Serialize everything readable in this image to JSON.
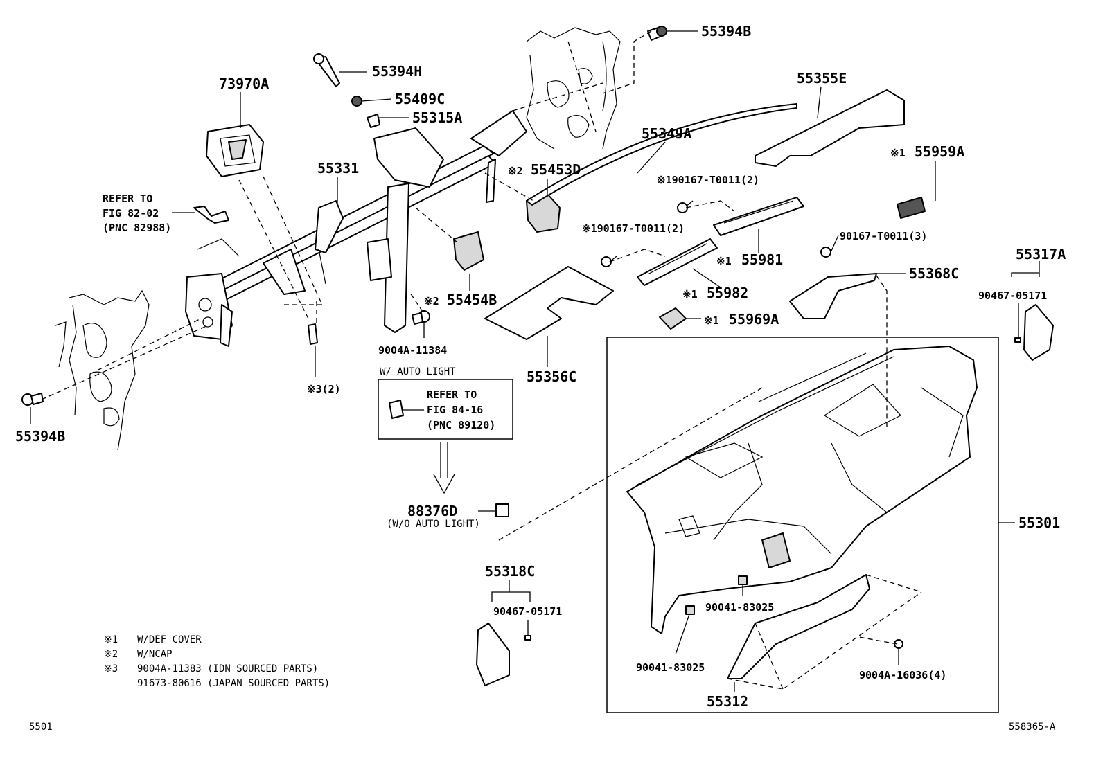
{
  "figure": {
    "page_code": "5501",
    "drawing_id": "558365-A"
  },
  "part_labels": {
    "p55394B_top": "55394B",
    "p55394H": "55394H",
    "p55409C": "55409C",
    "p55315A": "55315A",
    "p73970A": "73970A",
    "p55331": "55331",
    "p55453D": "55453D",
    "p55453D_mark": "※2",
    "p55349A": "55349A",
    "p55355E": "55355E",
    "p55959A": "55959A",
    "p55959A_mark": "※1",
    "p190167_a": "※190167-T0011(2)",
    "p190167_b": "※190167-T0011(2)",
    "p55981": "55981",
    "p55981_mark": "※1",
    "p55982": "55982",
    "p55982_mark": "※1",
    "p55969A": "55969A",
    "p55969A_mark": "※1",
    "p90167": "90167-T0011(3)",
    "p55368C": "55368C",
    "p55317A": "55317A",
    "p90467_right": "90467-05171",
    "p55454B": "55454B",
    "p55454B_mark": "※2",
    "p9004A_11384": "9004A-11384",
    "p55356C": "55356C",
    "p55394B_left": "55394B",
    "p3_2": "※3(2)",
    "p88376D": "88376D",
    "p88376D_note": "(W/O AUTO LIGHT)",
    "p55301": "55301",
    "p55318C": "55318C",
    "p90467_left": "90467-05171",
    "p90041_a": "90041-83025",
    "p90041_b": "90041-83025",
    "p9004A_16036": "9004A-16036(4)",
    "p55312": "55312"
  },
  "refer_82": {
    "line1": "REFER TO",
    "line2": "FIG 82-02",
    "line3": "(PNC 82988)"
  },
  "auto_light": {
    "heading": "W/ AUTO LIGHT",
    "line1": "REFER TO",
    "line2": "FIG 84-16",
    "line3": "(PNC 89120)"
  },
  "legend": {
    "n1_mark": "※1",
    "n1_text": "W/DEF COVER",
    "n2_mark": "※2",
    "n2_text": "W/NCAP",
    "n3_mark": "※3",
    "n3_line1": "9004A-11383 (IDN SOURCED PARTS)",
    "n3_line2": "91673-80616 (JAPAN SOURCED PARTS)"
  }
}
